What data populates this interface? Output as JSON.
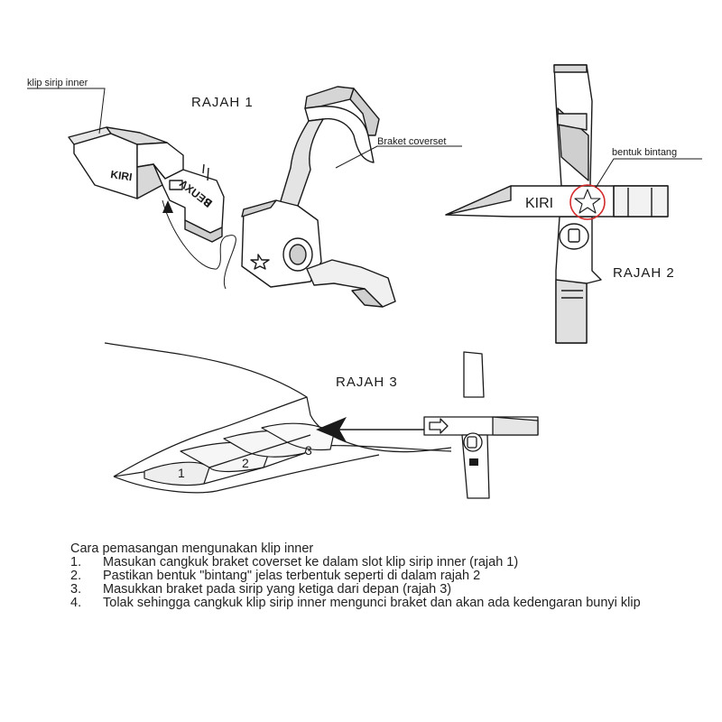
{
  "figures": {
    "rajah1": {
      "title": "RAJAH 1",
      "label_clip": "klip sirip inner",
      "label_bracket": "Braket coverset",
      "part_text_left": "KIRI",
      "part_text_side": "ɅXUƎꓭ"
    },
    "rajah2": {
      "title": "RAJAH 2",
      "label_star": "bentuk bintang",
      "part_text": "KIRI"
    },
    "rajah3": {
      "title": "RAJAH 3",
      "fin_numbers": [
        "1",
        "2",
        "3"
      ]
    }
  },
  "instructions": {
    "intro": "Cara pemasangan mengunakan klip inner",
    "steps": [
      {
        "num": "1.",
        "text": "Masukan cangkuk braket coverset ke dalam slot klip sirip inner (rajah 1)"
      },
      {
        "num": "2.",
        "text": "Pastikan bentuk \"bintang\" jelas terbentuk seperti di dalam rajah 2"
      },
      {
        "num": "3.",
        "text": "Masukkan braket pada sirip yang ketiga dari depan (rajah 3)"
      },
      {
        "num": "4.",
        "text": "Tolak sehingga cangkuk klip sirip inner mengunci braket dan akan ada kedengaran bunyi klip"
      }
    ]
  },
  "colors": {
    "line": "#1a1a1a",
    "star_circle": "#d42a2a",
    "shade": "#bdbdbd"
  }
}
